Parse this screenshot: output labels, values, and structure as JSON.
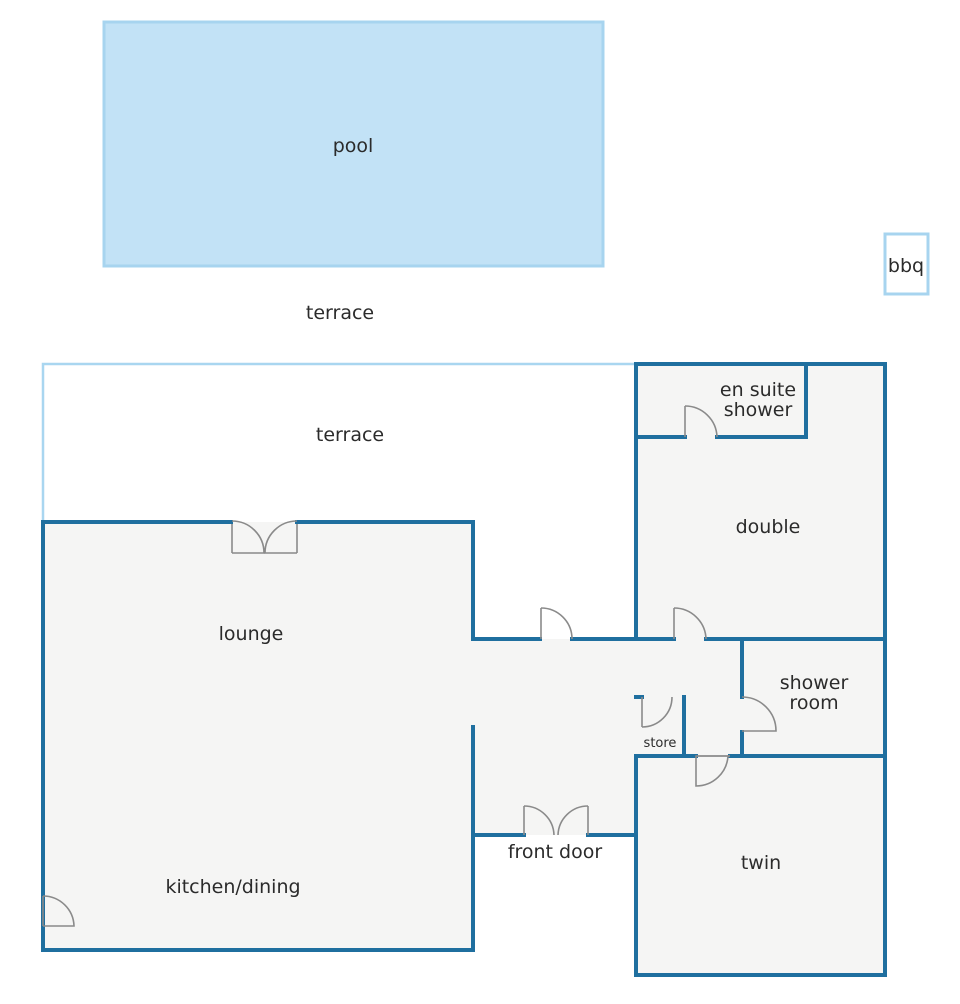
{
  "labels": {
    "pool": "pool",
    "bbq": "bbq",
    "terrace_outer": "terrace",
    "terrace_inner": "terrace",
    "en_suite_line1": "en suite",
    "en_suite_line2": "shower",
    "double": "double",
    "lounge": "lounge",
    "shower_room_line1": "shower",
    "shower_room_line2": "room",
    "store": "store",
    "front_door": "front door",
    "twin": "twin",
    "kitchen_dining": "kitchen/dining"
  },
  "colors": {
    "wall": "#1f6f9f",
    "pool": "#c2e2f6",
    "floor": "#f5f5f4",
    "terrace_outline": "#a9d6f0",
    "door": "#8a8a8a",
    "text": "#2b2b2b"
  }
}
